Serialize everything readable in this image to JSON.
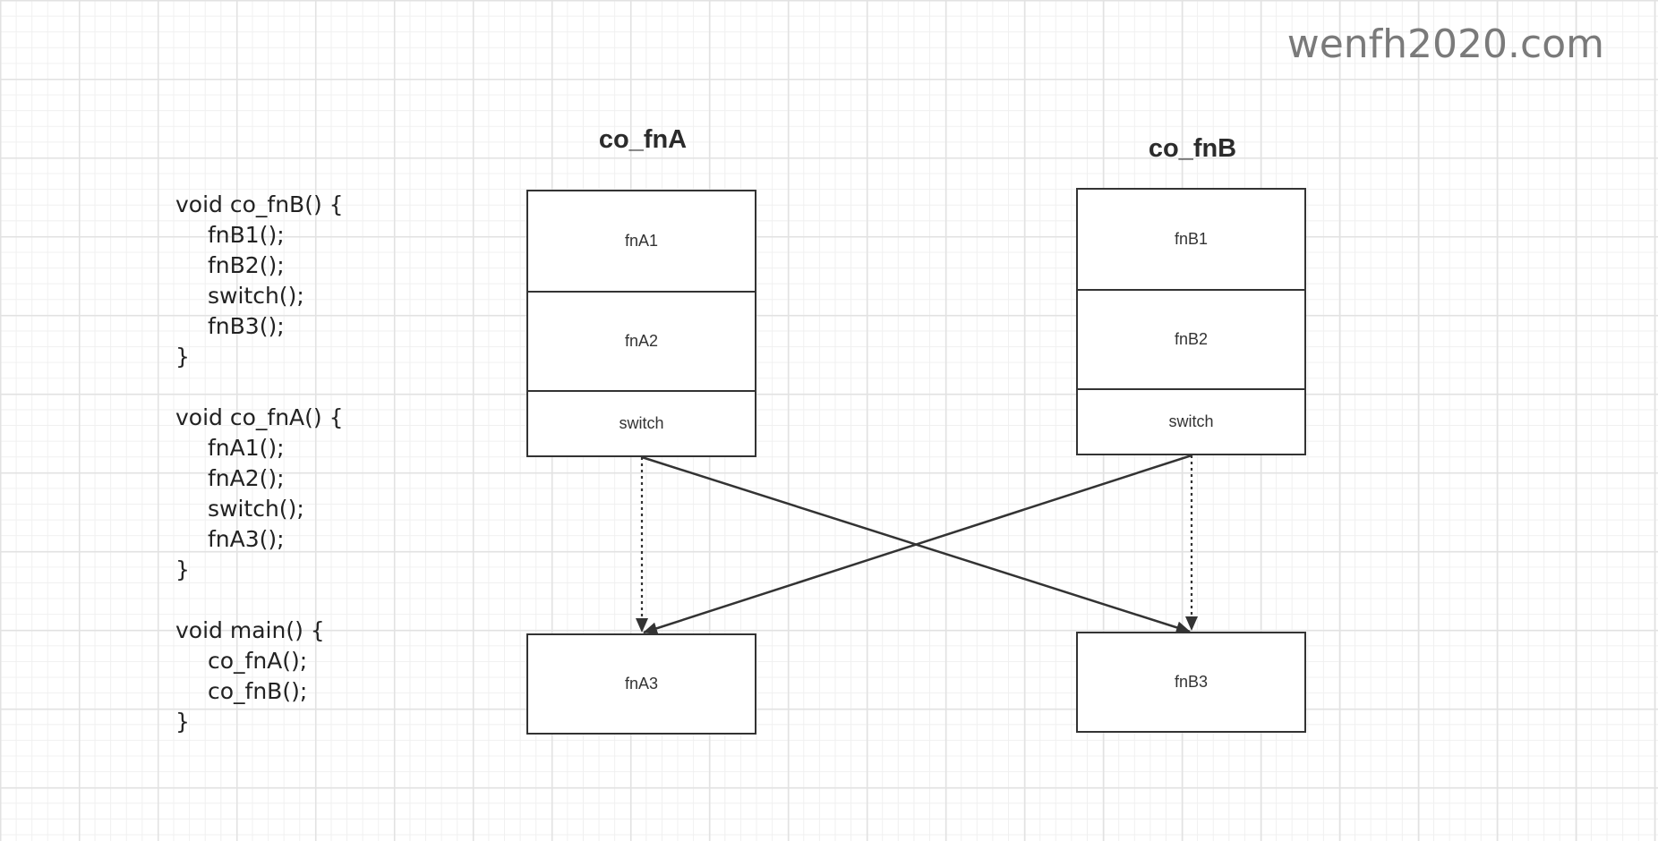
{
  "watermark": "wenfh2020.com",
  "code": {
    "blocks": [
      {
        "signature": "void co_fnB() {",
        "body": [
          "fnB1();",
          "fnB2();",
          "switch();",
          "fnB3();"
        ],
        "close": "}"
      },
      {
        "signature": "void co_fnA() {",
        "body": [
          "fnA1();",
          "fnA2();",
          "switch();",
          "fnA3();"
        ],
        "close": "}"
      },
      {
        "signature": "void main() {",
        "body": [
          "co_fnA();",
          "co_fnB();"
        ],
        "close": "}"
      }
    ]
  },
  "co_fnA": {
    "title": "co_fnA",
    "cells": [
      "fnA1",
      "fnA2",
      "switch"
    ],
    "tail": "fnA3"
  },
  "co_fnB": {
    "title": "co_fnB",
    "cells": [
      "fnB1",
      "fnB2",
      "switch"
    ],
    "tail": "fnB3"
  },
  "colors": {
    "line": "#333333",
    "grid_major": "#e2e2e2",
    "grid_minor": "#f0f0f0",
    "watermark": "#7a7a7a"
  }
}
